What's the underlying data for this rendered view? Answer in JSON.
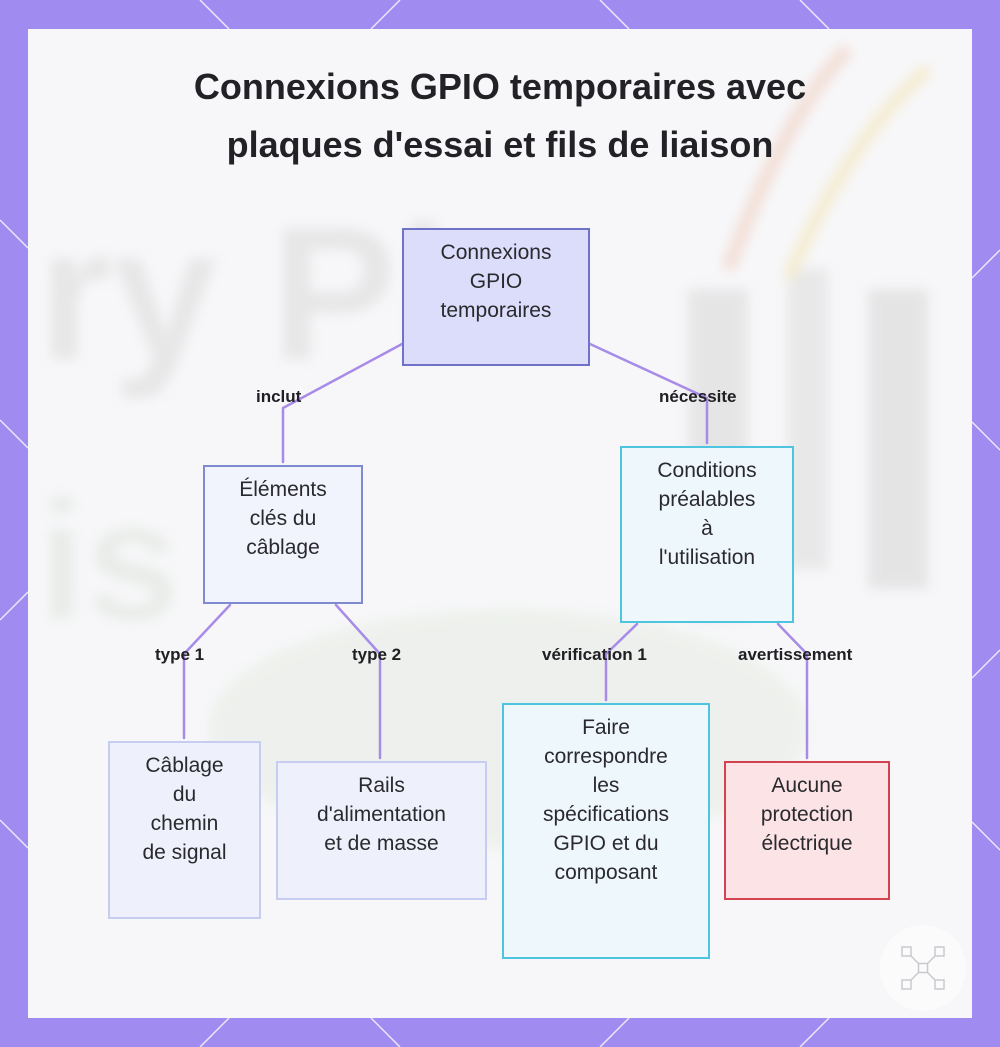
{
  "title": {
    "line1": "Connexions GPIO temporaires avec",
    "line2": "plaques d'essai et fils de liaison"
  },
  "nodes": {
    "root": [
      "Connexions",
      "GPIO",
      "temporaires"
    ],
    "elements": [
      "Éléments",
      "clés du",
      "câblage"
    ],
    "conditions": [
      "Conditions",
      "préalables",
      "à",
      "l'utilisation"
    ],
    "cablage": [
      "Câblage",
      "du",
      "chemin",
      "de signal"
    ],
    "rails": [
      "Rails",
      "d'alimentation",
      "et de masse"
    ],
    "faire": [
      "Faire",
      "correspondre",
      "les",
      "spécifications",
      "GPIO et du",
      "composant"
    ],
    "aucune": [
      "Aucune",
      "protection",
      "électrique"
    ]
  },
  "edges": {
    "inclut": "inclut",
    "necessite": "nécessite",
    "type1": "type 1",
    "type2": "type 2",
    "verification1": "vérification 1",
    "avertissement": "avertissement"
  },
  "colors": {
    "frame": "#a08bf0",
    "edge": "#a78be8",
    "root_fill": "#dcdcfb",
    "cyan_border": "#4fc4de",
    "warning_border": "#d2424f",
    "warning_fill": "#fbe3e6"
  },
  "icons": {
    "logo": "network-logo-icon"
  }
}
